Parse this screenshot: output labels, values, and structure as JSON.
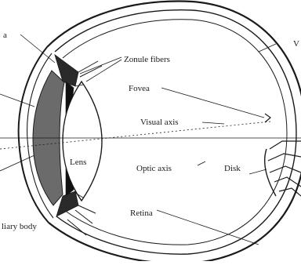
{
  "diagram": {
    "labels": {
      "iris_partial": "a",
      "zonule_fibers": "Zonule fibers",
      "vitreous_partial": "V",
      "fovea": "Fovea",
      "visual_axis": "Visual axis",
      "lens": "Lens",
      "optic_axis": "Optic axis",
      "disk": "Disk",
      "retina": "Retina",
      "ciliary_body_partial": "liary body"
    }
  }
}
